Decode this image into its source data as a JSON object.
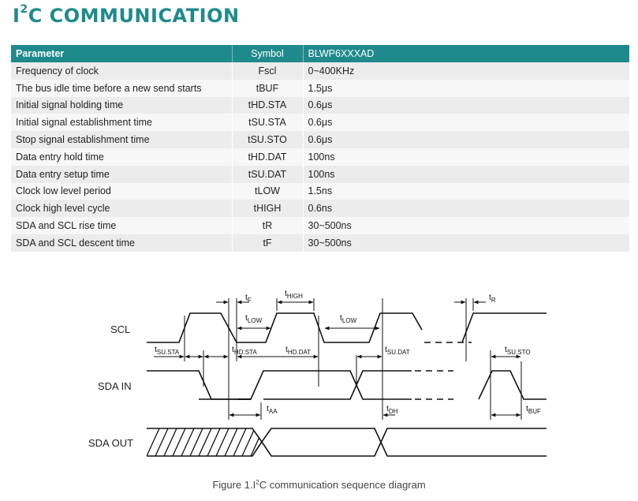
{
  "title": {
    "prefix": "I",
    "sup": "2",
    "rest": "C COMMUNICATION"
  },
  "table": {
    "headers": [
      "Parameter",
      "Symbol",
      "BLWP6XXXAD"
    ],
    "rows": [
      [
        "Frequency of clock",
        "Fscl",
        "0~400KHz"
      ],
      [
        "The bus idle time before a new send starts",
        "tBUF",
        "1.5μs"
      ],
      [
        "Initial signal holding time",
        "tHD.STA",
        "0.6μs"
      ],
      [
        "Initial signal establishment time",
        "tSU.STA",
        "0.6μs"
      ],
      [
        "Stop signal establishment time",
        "tSU.STO",
        "0.6μs"
      ],
      [
        "Data entry hold time",
        "tHD.DAT",
        "100ns"
      ],
      [
        "Data entry setup time",
        "tSU.DAT",
        "100ns"
      ],
      [
        "Clock low level period",
        "tLOW",
        "1.5ns"
      ],
      [
        "Clock high level cycle",
        "tHIGH",
        "0.6ns"
      ],
      [
        "SDA and SCL rise time",
        "tR",
        "30~500ns"
      ],
      [
        "SDA and SCL descent time",
        "tF",
        "30~500ns"
      ]
    ]
  },
  "diagram": {
    "signals": {
      "scl": "SCL",
      "sda_in": "SDA IN",
      "sda_out": "SDA OUT"
    },
    "timing_labels": {
      "tF": {
        "main": "t",
        "sub": "F"
      },
      "tHIGH": {
        "main": "t",
        "sub": "HIGH"
      },
      "tR": {
        "main": "t",
        "sub": "R"
      },
      "tLOW1": {
        "main": "t",
        "sub": "LOW"
      },
      "tLOW2": {
        "main": "t",
        "sub": "LOW"
      },
      "tSUSTA": {
        "main": "t",
        "sub": "SU.STA"
      },
      "tHDSTA": {
        "main": "t",
        "sub": "HD.STA"
      },
      "tHDDAT": {
        "main": "t",
        "sub": "HD.DAT"
      },
      "tSUDAT": {
        "main": "t",
        "sub": "SU.DAT"
      },
      "tSUSTO": {
        "main": "t",
        "sub": "SU.STO"
      },
      "tAA": {
        "main": "t",
        "sub": "AA"
      },
      "tDH": {
        "main": "t",
        "sub": "DH"
      },
      "tBUF": {
        "main": "t",
        "sub": "BUF"
      }
    }
  },
  "caption": {
    "prefix": "Figure 1.I",
    "sup": "2",
    "rest": "C communication sequence diagram"
  }
}
